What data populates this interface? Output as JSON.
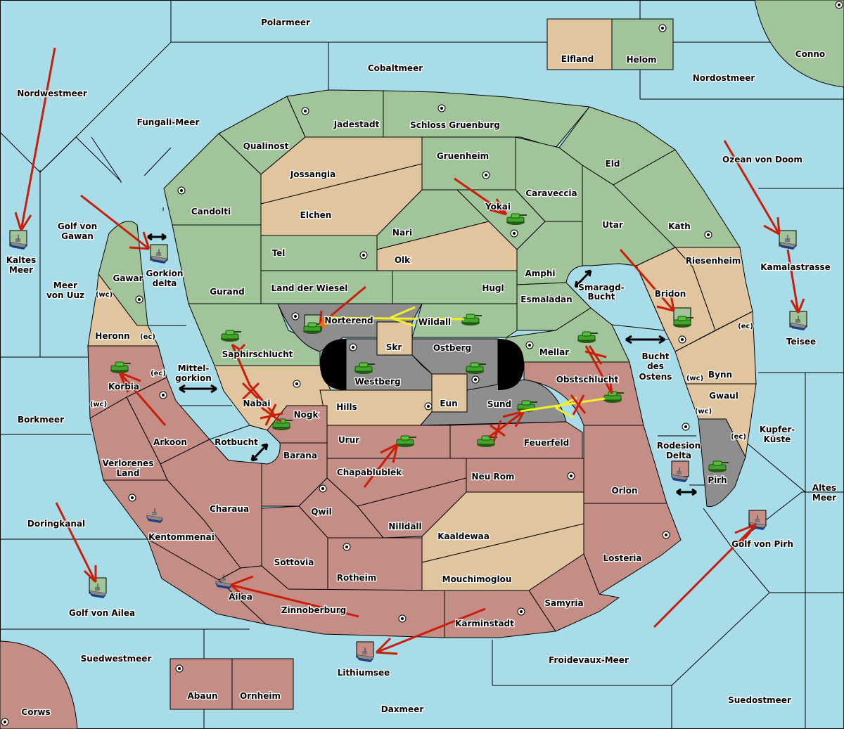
{
  "map": {
    "colors": {
      "sea": "#a8dce9",
      "power_green": "#a2c49a",
      "neutral_tan": "#e0c59e",
      "power_red": "#c48e86",
      "power_grey": "#8e8e8e",
      "order_move": "#c81e0a",
      "order_support": "#f2f02a"
    },
    "sea_labels": [
      {
        "id": "polarmeer",
        "text": "Polarmeer"
      },
      {
        "id": "cobaltmeer",
        "text": "Cobaltmeer"
      },
      {
        "id": "nordostmeer",
        "text": "Nordostmeer"
      },
      {
        "id": "nordwestmeer",
        "text": "Nordwestmeer"
      },
      {
        "id": "fungali-meer",
        "text": "Fungali-Meer"
      },
      {
        "id": "golf-von-gawan-1",
        "text": "Golf von"
      },
      {
        "id": "golf-von-gawan-2",
        "text": "Gawan"
      },
      {
        "id": "kaltes-meer-1",
        "text": "Kaltes"
      },
      {
        "id": "kaltes-meer-2",
        "text": "Meer"
      },
      {
        "id": "meer-von-uuz-1",
        "text": "Meer"
      },
      {
        "id": "meer-von-uuz-2",
        "text": "von Uuz"
      },
      {
        "id": "gorkion-delta-1",
        "text": "Gorkion"
      },
      {
        "id": "gorkion-delta-2",
        "text": "delta"
      },
      {
        "id": "mittelgorkion-1",
        "text": "Mittel-"
      },
      {
        "id": "mittelgorkion-2",
        "text": "gorkion"
      },
      {
        "id": "borkmeer",
        "text": "Borkmeer"
      },
      {
        "id": "rotbucht",
        "text": "Rotbucht"
      },
      {
        "id": "doringkanal",
        "text": "Doringkanal"
      },
      {
        "id": "golf-von-ailea",
        "text": "Golf von Ailea"
      },
      {
        "id": "suedwestmeer",
        "text": "Suedwestmeer"
      },
      {
        "id": "lithiumsee",
        "text": "Lithiumsee"
      },
      {
        "id": "daxmeer",
        "text": "Daxmeer"
      },
      {
        "id": "froidevaux-meer",
        "text": "Froidevaux-Meer"
      },
      {
        "id": "suedostmeer",
        "text": "Suedostmeer"
      },
      {
        "id": "golf-von-pirh",
        "text": "Golf von Pirh"
      },
      {
        "id": "altes-meer-1",
        "text": "Altes"
      },
      {
        "id": "altes-meer-2",
        "text": "Meer"
      },
      {
        "id": "kupfer-kueste-1",
        "text": "Kupfer-"
      },
      {
        "id": "kupfer-kueste-2",
        "text": "Küste"
      },
      {
        "id": "rodesion-delta-1",
        "text": "Rodesion"
      },
      {
        "id": "rodesion-delta-2",
        "text": "Delta"
      },
      {
        "id": "bucht-des-ostens-1",
        "text": "Bucht"
      },
      {
        "id": "bucht-des-ostens-2",
        "text": "des"
      },
      {
        "id": "bucht-des-ostens-3",
        "text": "Ostens"
      },
      {
        "id": "smaragd-bucht-1",
        "text": "Smaragd-"
      },
      {
        "id": "smaragd-bucht-2",
        "text": "Bucht"
      },
      {
        "id": "ozean-von-doom",
        "text": "Ozean von Doom"
      },
      {
        "id": "kamalastrasse",
        "text": "Kamalastrasse"
      },
      {
        "id": "teisee",
        "text": "Teisee"
      }
    ],
    "land_labels": [
      {
        "id": "elfland",
        "text": "Elfland"
      },
      {
        "id": "helom",
        "text": "Helom"
      },
      {
        "id": "conno",
        "text": "Conno"
      },
      {
        "id": "jadestadt",
        "text": "Jadestadt"
      },
      {
        "id": "schloss-gruenburg",
        "text": "Schloss Gruenburg"
      },
      {
        "id": "qualinost",
        "text": "Qualinost"
      },
      {
        "id": "jossangia",
        "text": "Jossangia"
      },
      {
        "id": "gruenheim",
        "text": "Gruenheim"
      },
      {
        "id": "eld",
        "text": "Eld"
      },
      {
        "id": "candolti",
        "text": "Candolti"
      },
      {
        "id": "elchen",
        "text": "Elchen"
      },
      {
        "id": "yokai",
        "text": "Yokai"
      },
      {
        "id": "caraveccia",
        "text": "Caraveccia"
      },
      {
        "id": "nari",
        "text": "Nari"
      },
      {
        "id": "utar",
        "text": "Utar"
      },
      {
        "id": "kath",
        "text": "Kath"
      },
      {
        "id": "tel",
        "text": "Tel"
      },
      {
        "id": "olk",
        "text": "Olk"
      },
      {
        "id": "riesenheim",
        "text": "Riesenheim"
      },
      {
        "id": "amphi",
        "text": "Amphi"
      },
      {
        "id": "gawar",
        "text": "Gawar"
      },
      {
        "id": "gurand",
        "text": "Gurand"
      },
      {
        "id": "land-der-wiesel",
        "text": "Land der Wiesel"
      },
      {
        "id": "hugl",
        "text": "Hugl"
      },
      {
        "id": "bridon",
        "text": "Bridon"
      },
      {
        "id": "esmaladan",
        "text": "Esmaladan"
      },
      {
        "id": "norterend",
        "text": "Norterend"
      },
      {
        "id": "wildall",
        "text": "Wildall"
      },
      {
        "id": "heronn",
        "text": "Heronn"
      },
      {
        "id": "skr",
        "text": "Skr"
      },
      {
        "id": "ostberg",
        "text": "Ostberg"
      },
      {
        "id": "mellar",
        "text": "Mellar"
      },
      {
        "id": "saphirschlucht",
        "text": "Saphirschlucht"
      },
      {
        "id": "westberg",
        "text": "Westberg"
      },
      {
        "id": "obstschlucht",
        "text": "Obstschlucht"
      },
      {
        "id": "bynn",
        "text": "Bynn"
      },
      {
        "id": "korbia",
        "text": "Korbia"
      },
      {
        "id": "nabai",
        "text": "Nabai"
      },
      {
        "id": "hills",
        "text": "Hills"
      },
      {
        "id": "eun",
        "text": "Eun"
      },
      {
        "id": "sund",
        "text": "Sund"
      },
      {
        "id": "gwaul",
        "text": "Gwaul"
      },
      {
        "id": "nogk",
        "text": "Nogk"
      },
      {
        "id": "arkoon",
        "text": "Arkoon"
      },
      {
        "id": "urur",
        "text": "Urur"
      },
      {
        "id": "feuerfeld",
        "text": "Feuerfeld"
      },
      {
        "id": "barana",
        "text": "Barana"
      },
      {
        "id": "verlorenes-land-1",
        "text": "Verlorenes"
      },
      {
        "id": "verlorenes-land-2",
        "text": "Land"
      },
      {
        "id": "chapablublek",
        "text": "Chapablublek"
      },
      {
        "id": "neu-rom",
        "text": "Neu Rom"
      },
      {
        "id": "pirh",
        "text": "Pirh"
      },
      {
        "id": "orlon",
        "text": "Orlon"
      },
      {
        "id": "charaua",
        "text": "Charaua"
      },
      {
        "id": "qwil",
        "text": "Qwil"
      },
      {
        "id": "nilldall",
        "text": "Nilldall"
      },
      {
        "id": "kentommenai",
        "text": "Kentommenai"
      },
      {
        "id": "kaaldewaa",
        "text": "Kaaldewaa"
      },
      {
        "id": "losteria",
        "text": "Losteria"
      },
      {
        "id": "sottovia",
        "text": "Sottovia"
      },
      {
        "id": "rotheim",
        "text": "Rotheim"
      },
      {
        "id": "mouchimoglou",
        "text": "Mouchimoglou"
      },
      {
        "id": "ailea",
        "text": "Ailea"
      },
      {
        "id": "samyria",
        "text": "Samyria"
      },
      {
        "id": "zinnoberburg",
        "text": "Zinnoberburg"
      },
      {
        "id": "karminstadt",
        "text": "Karminstadt"
      },
      {
        "id": "abaun",
        "text": "Abaun"
      },
      {
        "id": "ornheim",
        "text": "Ornheim"
      },
      {
        "id": "corws",
        "text": "Corws"
      }
    ],
    "coast_labels": {
      "wc": "(wc)",
      "ec": "(ec)"
    }
  }
}
